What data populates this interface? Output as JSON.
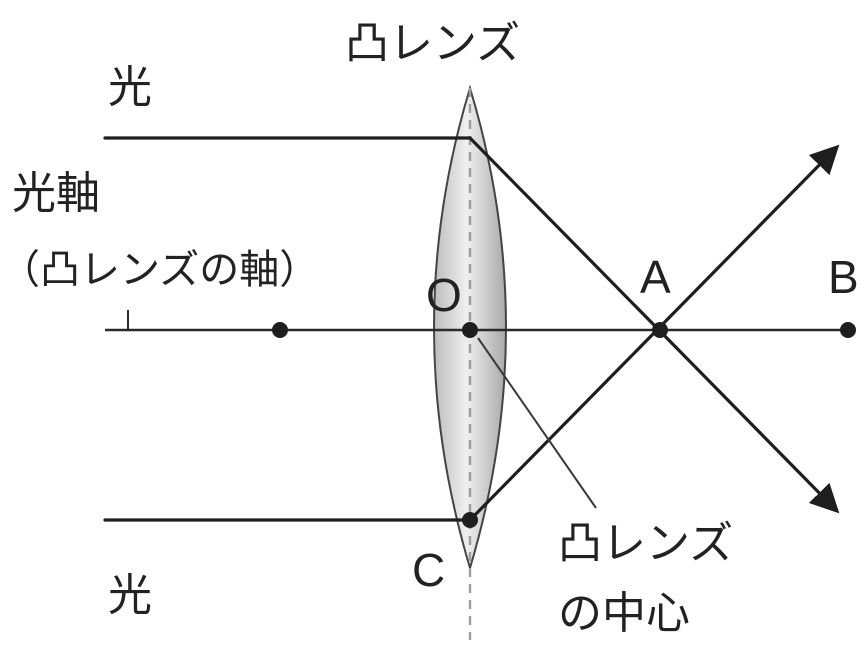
{
  "labels": {
    "lens_title": "凸レンズ",
    "light_top": "光",
    "light_bottom": "光",
    "optical_axis": "光軸",
    "optical_axis_note": "（凸レンズの軸）",
    "point_o": "O",
    "point_a": "A",
    "point_b": "B",
    "point_c": "C",
    "lens_center_line1": "凸レンズ",
    "lens_center_line2": "の中心"
  },
  "colors": {
    "ink": "#1e1e1e",
    "lens_fill_light": "#f2f2f2",
    "lens_fill_dark": "#9a9a9a"
  }
}
